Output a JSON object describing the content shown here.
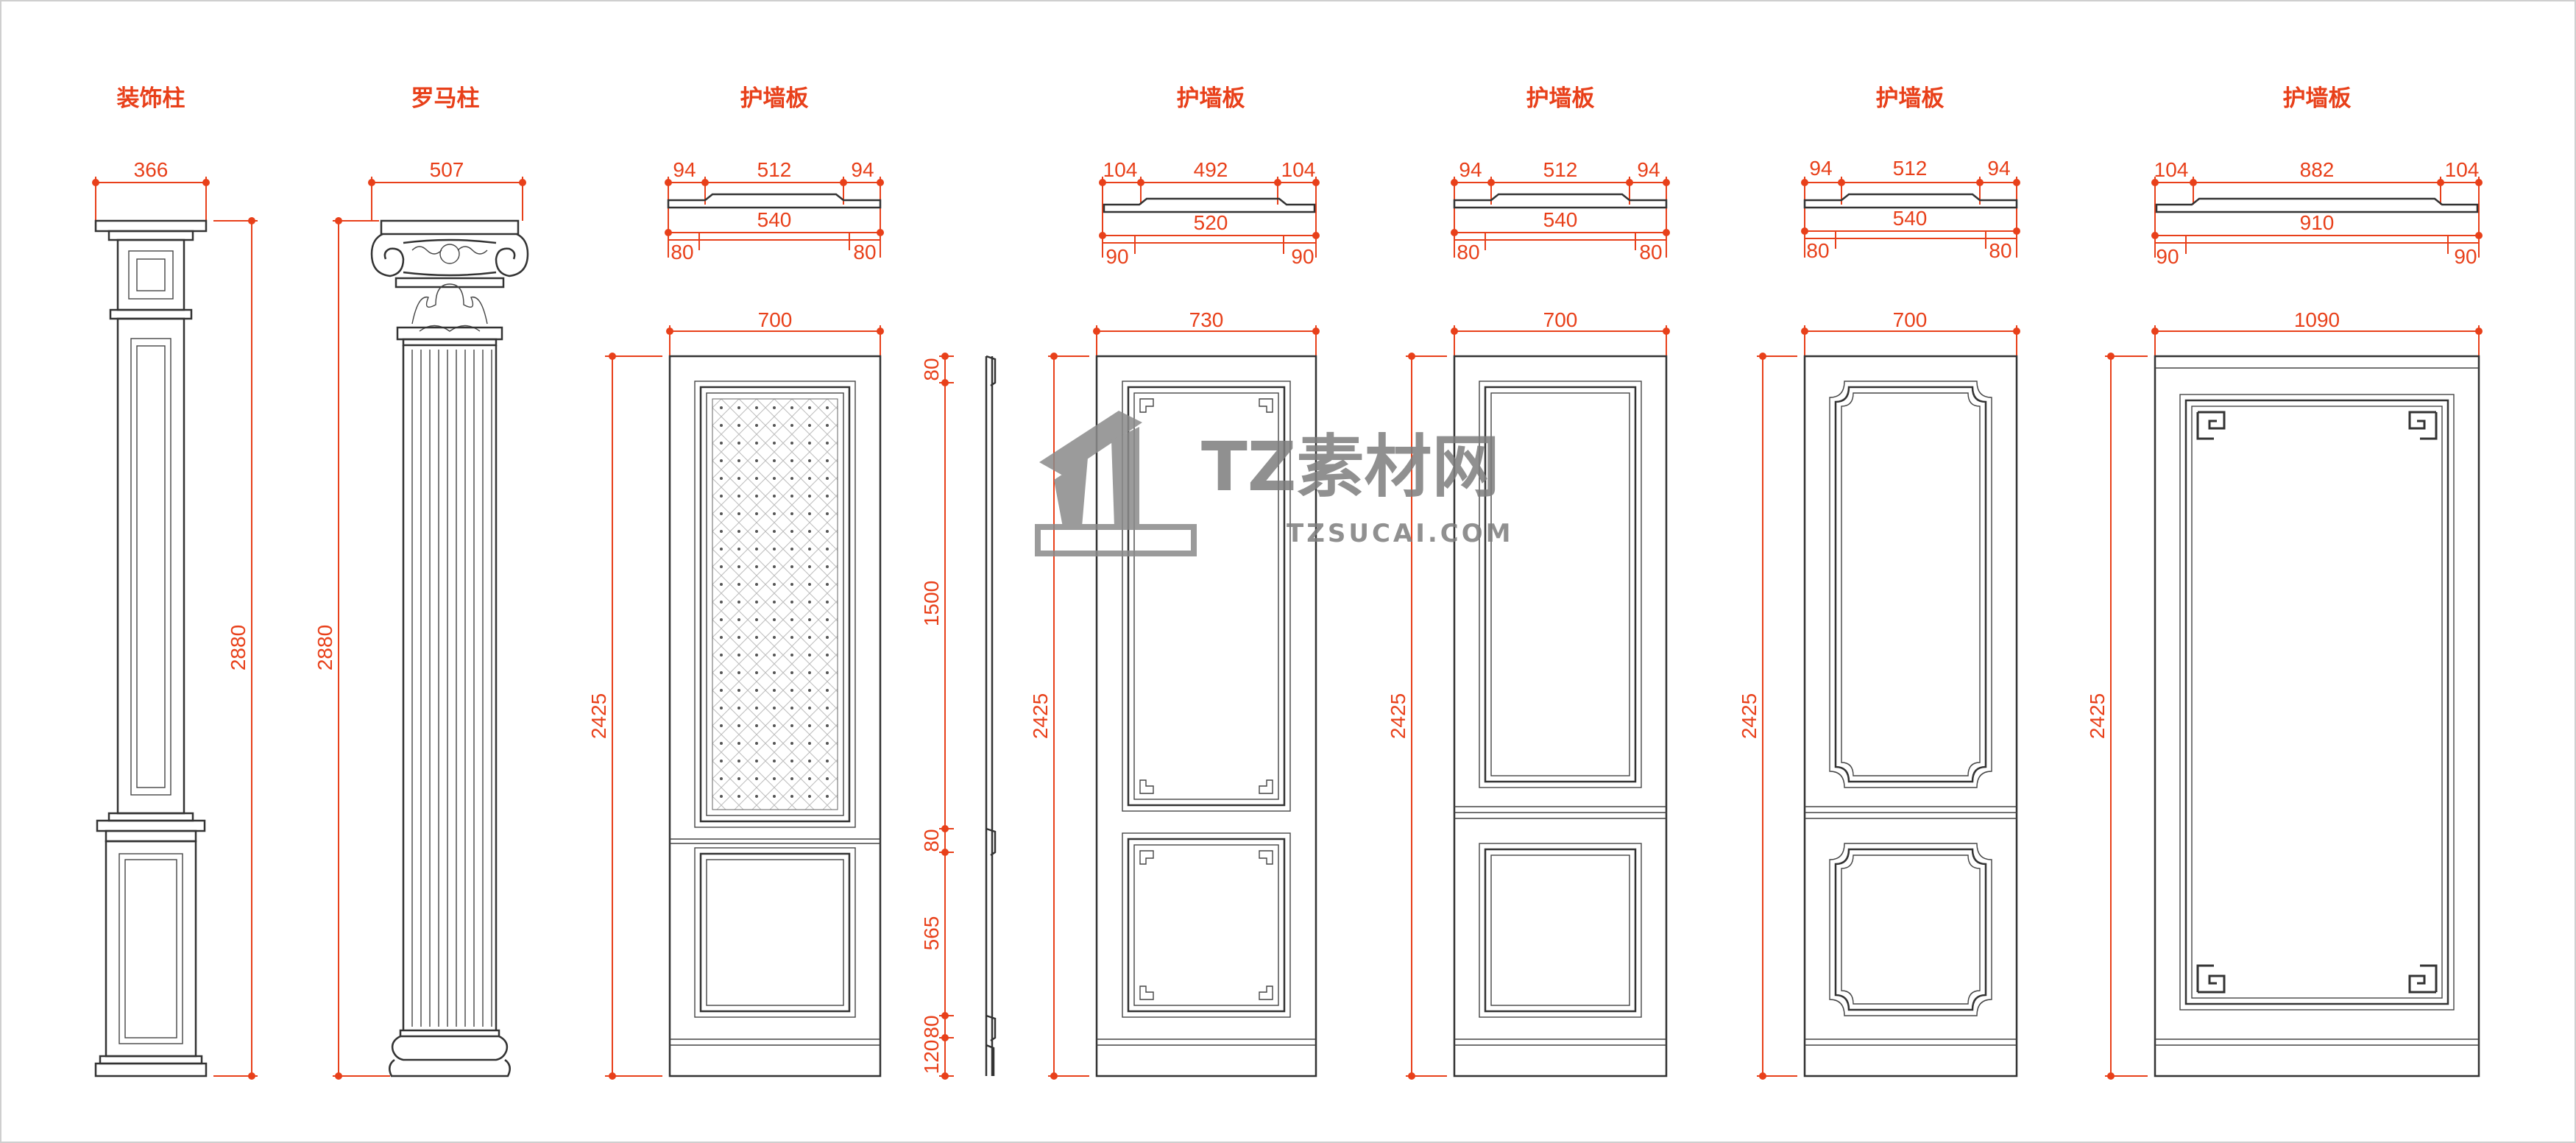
{
  "titles": [
    "装饰柱",
    "罗马柱",
    "护墙板",
    "护墙板",
    "护墙板",
    "护墙板",
    "护墙板"
  ],
  "column_dims": {
    "decor_width": "366",
    "decor_height": "2880",
    "roman_width": "507",
    "roman_height": "2880"
  },
  "panel_sections": [
    {
      "top": [
        "94",
        "512",
        "94"
      ],
      "total": "540",
      "bottom": [
        "80",
        "80"
      ]
    },
    {
      "top": [
        "104",
        "492",
        "104"
      ],
      "total": "520",
      "bottom": [
        "90",
        "90"
      ]
    },
    {
      "top": [
        "94",
        "512",
        "94"
      ],
      "total": "540",
      "bottom": [
        "80",
        "80"
      ]
    },
    {
      "top": [
        "94",
        "512",
        "94"
      ],
      "total": "540",
      "bottom": [
        "80",
        "80"
      ]
    },
    {
      "top": [
        "104",
        "882",
        "104"
      ],
      "total": "910",
      "bottom": [
        "90",
        "90"
      ]
    }
  ],
  "elevations": [
    {
      "width": "700",
      "height": "2425"
    },
    {
      "width": "730",
      "height": "2425"
    },
    {
      "width": "700",
      "height": "2425"
    },
    {
      "width": "700",
      "height": "2425"
    },
    {
      "width": "1090",
      "height": "2425"
    }
  ],
  "section_dims": [
    "80",
    "1500",
    "80",
    "565",
    "80",
    "120"
  ],
  "watermark": {
    "brand": "TZ素材网",
    "url": "TZSUCAI.COM"
  },
  "colors": {
    "dimension": "#e8401a",
    "line": "#333333",
    "background": "#ffffff"
  }
}
